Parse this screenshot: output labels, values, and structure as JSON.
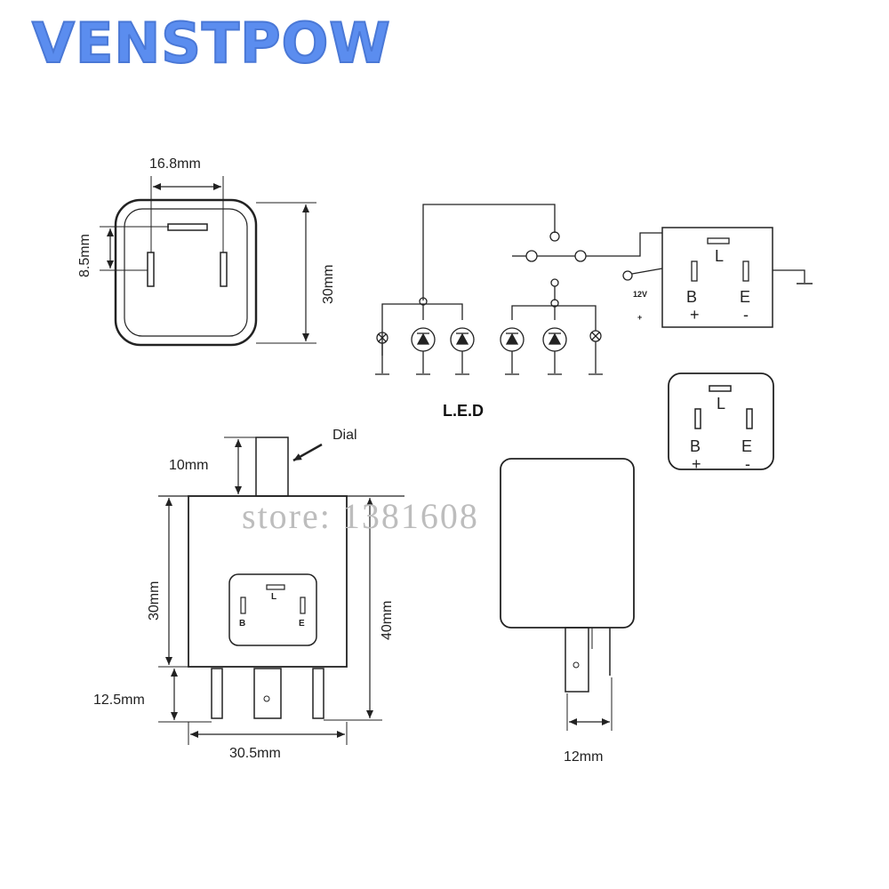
{
  "brand": {
    "name": "VENSTPOW",
    "color": "#5b8def"
  },
  "watermark": "store: 1381608",
  "top_view": {
    "width_label": "16.8mm",
    "pin_gap_label": "8.5mm",
    "height_label": "30mm"
  },
  "schematic": {
    "led_label": "L.E.D",
    "voltage_label": "12V",
    "plus_label": "+",
    "pins": {
      "L": "L",
      "B": "B",
      "E": "E",
      "B_sign": "+",
      "E_sign": "-"
    }
  },
  "pin_diagram": {
    "L": "L",
    "B": "B",
    "E": "E",
    "B_sign": "+",
    "E_sign": "-"
  },
  "front_view": {
    "dial_label": "Dial",
    "dial_height_label": "10mm",
    "body_height_label": "30mm",
    "total_height_label": "40mm",
    "pin_length_label": "12.5mm",
    "width_label": "30.5mm",
    "face_pins": {
      "L": "L",
      "B": "B",
      "E": "E"
    }
  },
  "side_view": {
    "pin_width_label": "12mm"
  }
}
